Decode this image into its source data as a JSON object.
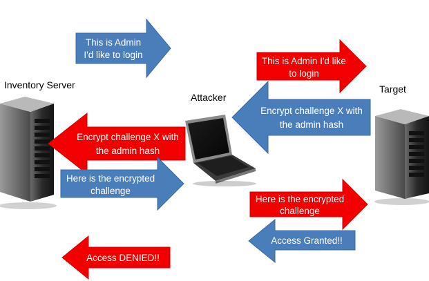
{
  "nodes": {
    "inventory_server": "Inventory Server",
    "attacker": "Attacker",
    "target": "Target"
  },
  "colors": {
    "blue": "#4a7ebb",
    "blue_stroke": "#3a6aa3",
    "red": "#f20000",
    "red_stroke": "#d40000",
    "text": "#ffffff"
  },
  "arrows": [
    {
      "id": "arrow-login-blue",
      "color": "blue",
      "direction": "right",
      "lines": [
        "This is Admin",
        "I'd like to login"
      ]
    },
    {
      "id": "arrow-login-red",
      "color": "red",
      "direction": "right",
      "lines": [
        "This is Admin I'd like",
        "to login"
      ]
    },
    {
      "id": "arrow-challenge-blue",
      "color": "blue",
      "direction": "left",
      "lines": [
        "Encrypt challenge X with",
        "the admin hash"
      ]
    },
    {
      "id": "arrow-challenge-red",
      "color": "red",
      "direction": "left",
      "lines": [
        "Encrypt challenge X with",
        "the admin hash"
      ]
    },
    {
      "id": "arrow-encrypted-blue",
      "color": "blue",
      "direction": "right",
      "lines": [
        "Here is the encrypted",
        "challenge"
      ]
    },
    {
      "id": "arrow-encrypted-red",
      "color": "red",
      "direction": "right",
      "lines": [
        "Here is the encrypted",
        "challenge"
      ]
    },
    {
      "id": "arrow-granted-blue",
      "color": "blue",
      "direction": "left",
      "lines": [
        "Access Granted!!"
      ]
    },
    {
      "id": "arrow-denied-red",
      "color": "red",
      "direction": "left",
      "lines": [
        "Access DENIED!!"
      ]
    }
  ]
}
